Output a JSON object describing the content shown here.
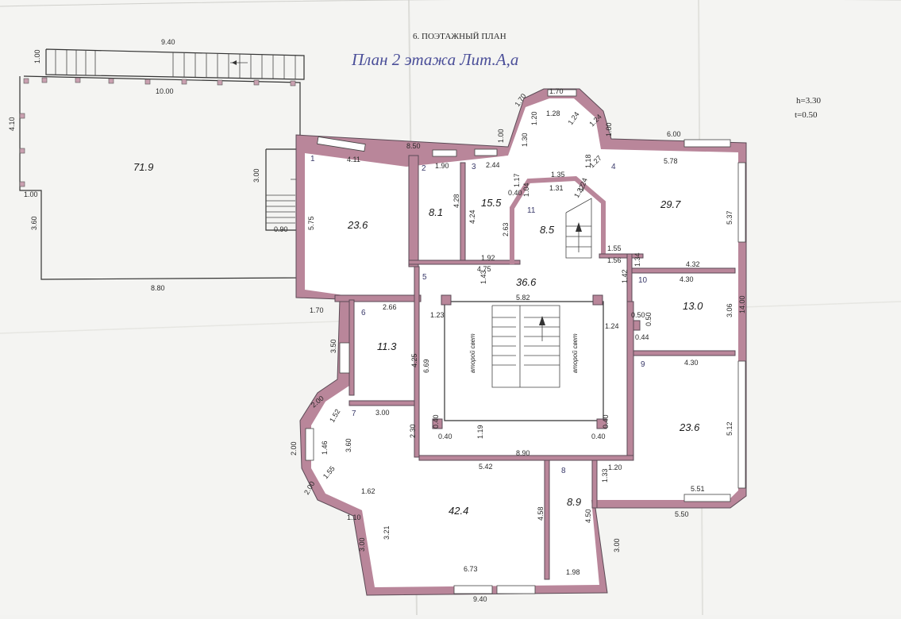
{
  "header": {
    "section": "6. ПОЭТАЖНЫЙ ПЛАН",
    "title": "План 2 этажа Лит.А,а",
    "h": "h=3.30",
    "t": "t=0.50"
  },
  "rooms": [
    {
      "num": "1",
      "area": "23.6"
    },
    {
      "num": "2",
      "area": "8.1"
    },
    {
      "num": "3",
      "area": "15.5"
    },
    {
      "num": "11",
      "area": "8.5"
    },
    {
      "num": "4",
      "area": "29.7"
    },
    {
      "num": "5",
      "area": "36.6"
    },
    {
      "num": "10",
      "area": "13.0"
    },
    {
      "num": "6",
      "area": "11.3"
    },
    {
      "num": "9",
      "area": "23.6"
    },
    {
      "num": "7",
      "area": "42.4"
    },
    {
      "num": "8",
      "area": "8.9"
    },
    {
      "num": "",
      "area": "71.9"
    }
  ],
  "second_light": "второй свет",
  "dims": [
    "9.40",
    "1.00",
    "10.00",
    "4.10",
    "1.00",
    "3.60",
    "8.80",
    "3.00",
    "0.90",
    "5.75",
    "4.11",
    "8.50",
    "1.90",
    "2.44",
    "4.28",
    "4.24",
    "1.92",
    "4.75",
    "1.00",
    "1.30",
    "1.70",
    "1.20",
    "1.28",
    "1.70",
    "1.24",
    "1.24",
    "1.00",
    "1.18",
    "1.35",
    "1.17",
    "1.04",
    "1.31",
    "1.24",
    "1.27",
    "1.22",
    "2.63",
    "0.40",
    "6.00",
    "5.78",
    "5.37",
    "1.55",
    "1.56",
    "1.34",
    "1.42",
    "4.32",
    "4.30",
    "3.06",
    "14.00",
    "1.43",
    "5.82",
    "1.23",
    "6.69",
    "1.24",
    "0.50",
    "0.50",
    "0.44",
    "4.30",
    "1.70",
    "2.66",
    "3.50",
    "4.25",
    "2.00",
    "1.52",
    "3.00",
    "1.46",
    "2.00",
    "3.60",
    "1.55",
    "2.00",
    "1.62",
    "2.30",
    "0.40",
    "0.40",
    "1.19",
    "0.40",
    "0.40",
    "8.90",
    "5.42",
    "1.20",
    "1.33",
    "5.12",
    "5.51",
    "5.50",
    "1.10",
    "3.21",
    "4.58",
    "4.50",
    "3.00",
    "3.00",
    "6.73",
    "1.98",
    "9.40"
  ]
}
